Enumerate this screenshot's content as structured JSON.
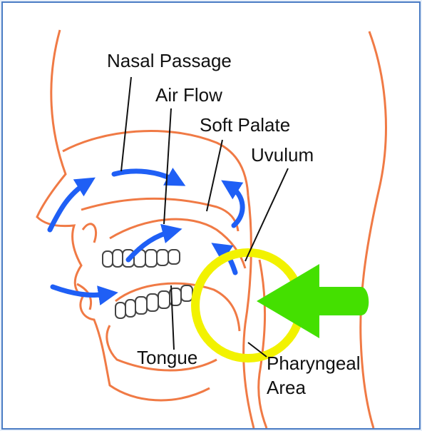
{
  "labels": {
    "nasal_passage": "Nasal Passage",
    "air_flow": "Air Flow",
    "soft_palate": "Soft Palate",
    "uvulum": "Uvulum",
    "tongue": "Tongue",
    "pharyngeal_line1": "Pharyngeal",
    "pharyngeal_line2": "Area"
  },
  "colors": {
    "anatomy_outline": "#f07a45",
    "airflow_arrows": "#1f5ff5",
    "highlight_ring": "#f2f200",
    "pointer_arrow": "#44e000",
    "leader_lines": "#111111",
    "frame_border": "#4a7cc4"
  }
}
